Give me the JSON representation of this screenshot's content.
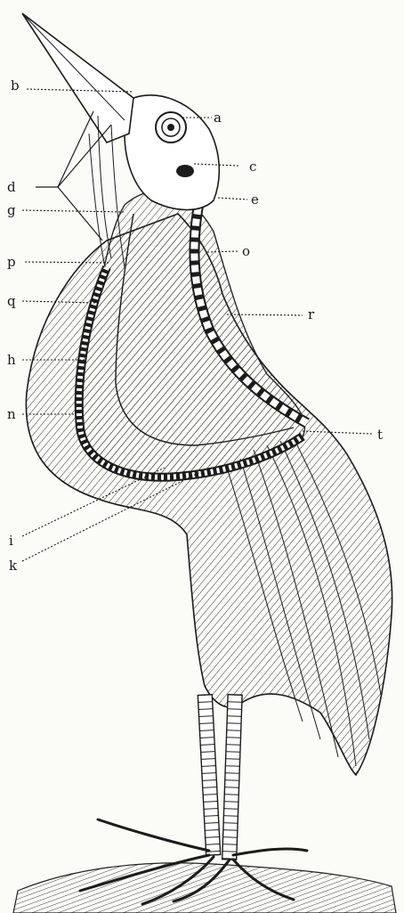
{
  "labels": {
    "a": "a",
    "b": "b",
    "c": "c",
    "d": "d",
    "e": "e",
    "g": "g",
    "h": "h",
    "i": "i",
    "k": "k",
    "n": "n",
    "o": "o",
    "p": "p",
    "q": "q",
    "r": "r",
    "t": "t"
  },
  "colors": {
    "ink": "#1c1c1c",
    "paper": "#fbfbf8"
  }
}
